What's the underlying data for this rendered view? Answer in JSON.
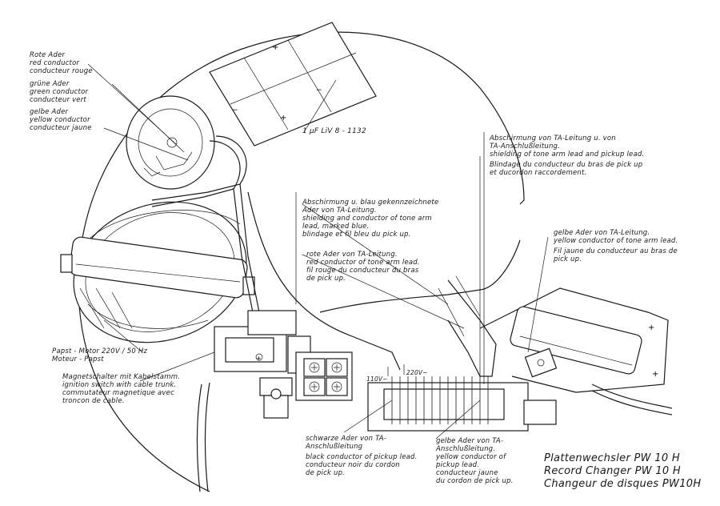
{
  "labels": {
    "wire_red": [
      "Rote Ader",
      "red conductor",
      "conducteur rouge"
    ],
    "wire_green": [
      "grüne Ader",
      "green conductor",
      "conducteur vert"
    ],
    "wire_yellow": [
      "gelbe Ader",
      "yellow conductor",
      "conducteur jaune"
    ],
    "capacitor": "1 μF LiV 8 - 1132",
    "shielding_tone_arm": [
      "Abschirmung von TA-Leitung u. von",
      "TA-Anschlußleitung.",
      "shielding of tone arm lead and pickup lead.",
      "Blindage du conducteur du bras de pick up",
      "et ducordon raccordement."
    ],
    "shielding_blue": [
      "Abschirmung u. blau gekennzeichnete",
      "Ader von TA-Leitung.",
      "shielding and conductor of tone arm",
      "lead, marked blue.",
      "blindage et fil bleu du pick up."
    ],
    "yellow_tone_arm": [
      "gelbe Ader von TA-Leitung.",
      "yellow conductor of tone arm lead.",
      "Fil jaune du conducteur au bras de",
      "pick up."
    ],
    "red_tone_arm": [
      "rote Ader von TA-Leitung.",
      "red conductor of tone arm lead.",
      "fil rouge du conducteur du bras",
      "de pick up."
    ],
    "motor": [
      "Papst - Motor 220V / 50 Hz",
      "Moteur - Papst"
    ],
    "switch": [
      "Magnetschalter mit Kabelstamm.",
      "ignition switch with cable trunk.",
      "commutateur magnetique avec",
      "troncon de cable."
    ],
    "black_pickup": [
      "schwarze Ader von TA-",
      "Anschlußleitung",
      "black conductor of pickup lead.",
      "conducteur noir du cordon",
      "de pick up."
    ],
    "yellow_pickup": [
      "gelbe Ader von TA-",
      "Anschlußleitung.",
      "yellow conductor of",
      "pickup lead.",
      "conducteur jaune",
      "du cordon de pick up."
    ],
    "v110": "110V~",
    "v220": "220V~"
  },
  "title": {
    "de": "Plattenwechsler  PW 10 H",
    "en": "Record Changer  PW 10 H",
    "fr": "Changeur de disques PW10H"
  }
}
